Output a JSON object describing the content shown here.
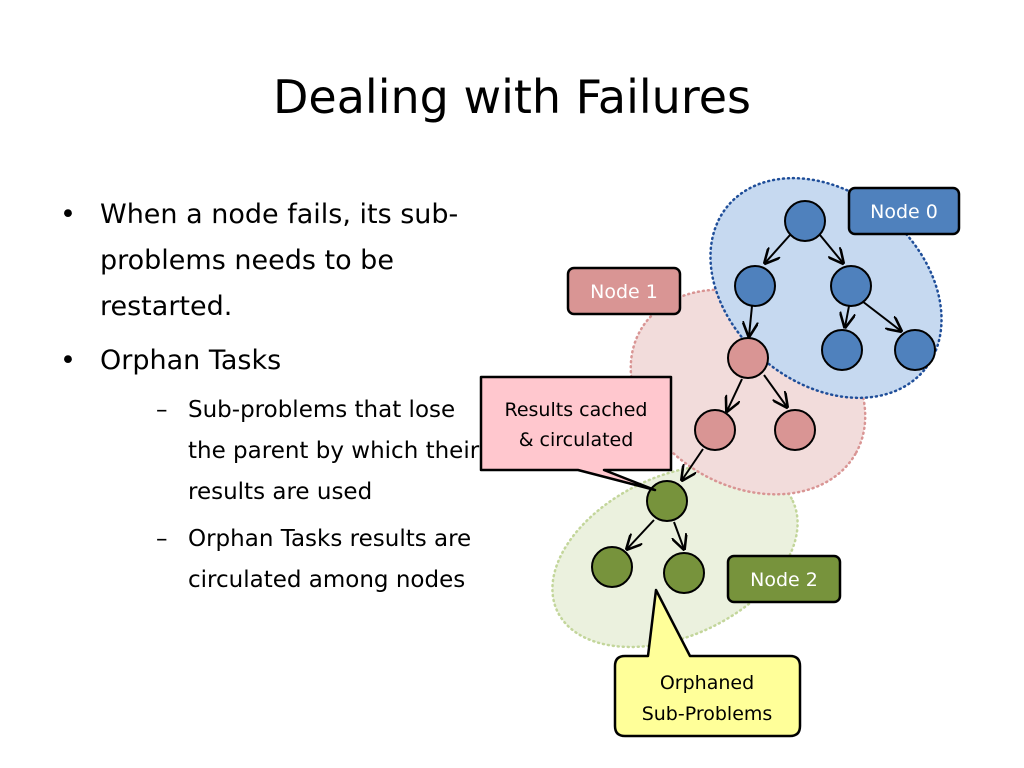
{
  "slide": {
    "title": "Dealing with Failures",
    "bullets": [
      {
        "text": "When a node fails, its sub-problems needs to be restarted."
      },
      {
        "text": "Orphan Tasks",
        "sub": [
          {
            "text": "Sub-problems that lose the parent by which their results are used"
          },
          {
            "text": "Orphan Tasks results are circulated among nodes"
          }
        ]
      }
    ],
    "bullet_glyph": "•",
    "sub_glyph": "–"
  },
  "diagram": {
    "node_labels": {
      "node0": "Node 0",
      "node1": "Node 1",
      "node2": "Node 2"
    },
    "callouts": {
      "cached": {
        "line1": "Results cached",
        "line2": "& circulated"
      },
      "orphaned": {
        "line1": "Orphaned",
        "line2": "Sub-Problems"
      }
    },
    "colors": {
      "blue": "#4f81bd",
      "red": "#d99594",
      "green": "#77933c",
      "blue_region": "#c6d9f0",
      "red_region": "#f2dcdb",
      "green_region": "#ebf1de",
      "callout_pink": "#ffc7ce",
      "callout_yellow": "#ffff99"
    }
  }
}
